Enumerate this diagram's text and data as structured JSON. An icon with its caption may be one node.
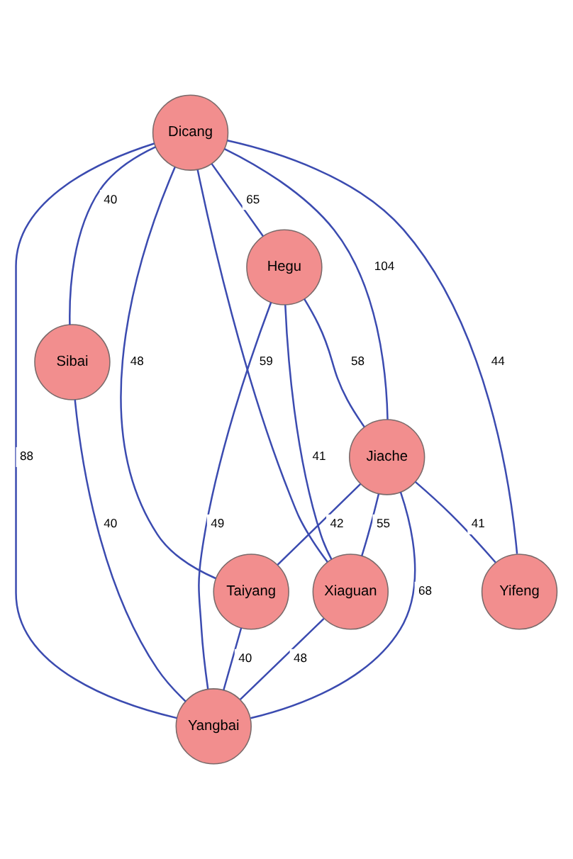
{
  "diagram": {
    "nodes": [
      {
        "text": [
          "Dicang"
        ]
      },
      {
        "text": [
          "Sibai"
        ]
      },
      {
        "text": [
          "Hegu"
        ]
      },
      {
        "text": [
          "Jiache"
        ]
      },
      {
        "text": [
          "Taiyang"
        ]
      },
      {
        "text": [
          "Yifeng"
        ]
      },
      {
        "text": [
          "Xiaguan"
        ]
      },
      {
        "text": [
          "Yangbai"
        ]
      }
    ],
    "edges": [
      {
        "from": 0,
        "to": 1,
        "arrow": "none",
        "label": "40"
      },
      {
        "from": 0,
        "to": 4,
        "arrow": "none",
        "label": "48"
      },
      {
        "from": 0,
        "to": 5,
        "arrow": "none",
        "label": "44"
      },
      {
        "from": 0,
        "to": 3,
        "arrow": "none",
        "label": "104"
      },
      {
        "from": 0,
        "to": 6,
        "arrow": "none",
        "label": "59"
      },
      {
        "from": 0,
        "to": 2,
        "arrow": "none",
        "label": "65"
      },
      {
        "from": 0,
        "to": 7,
        "arrow": "none",
        "label": "88"
      },
      {
        "from": 2,
        "to": 3,
        "arrow": "none",
        "label": "58"
      },
      {
        "from": 2,
        "to": 6,
        "arrow": "none",
        "label": "41"
      },
      {
        "from": 2,
        "to": 7,
        "arrow": "none",
        "label": "49"
      },
      {
        "from": 3,
        "to": 4,
        "arrow": "none",
        "label": "42"
      },
      {
        "from": 3,
        "to": 5,
        "arrow": "none",
        "label": "41"
      },
      {
        "from": 3,
        "to": 6,
        "arrow": "none",
        "label": "55"
      },
      {
        "from": 3,
        "to": 7,
        "arrow": "none",
        "label": "68"
      },
      {
        "from": 1,
        "to": 7,
        "arrow": "none",
        "label": "40"
      },
      {
        "from": 4,
        "to": 7,
        "arrow": "none",
        "label": "40"
      },
      {
        "from": 6,
        "to": 7,
        "arrow": "none",
        "label": "48"
      }
    ]
  }
}
